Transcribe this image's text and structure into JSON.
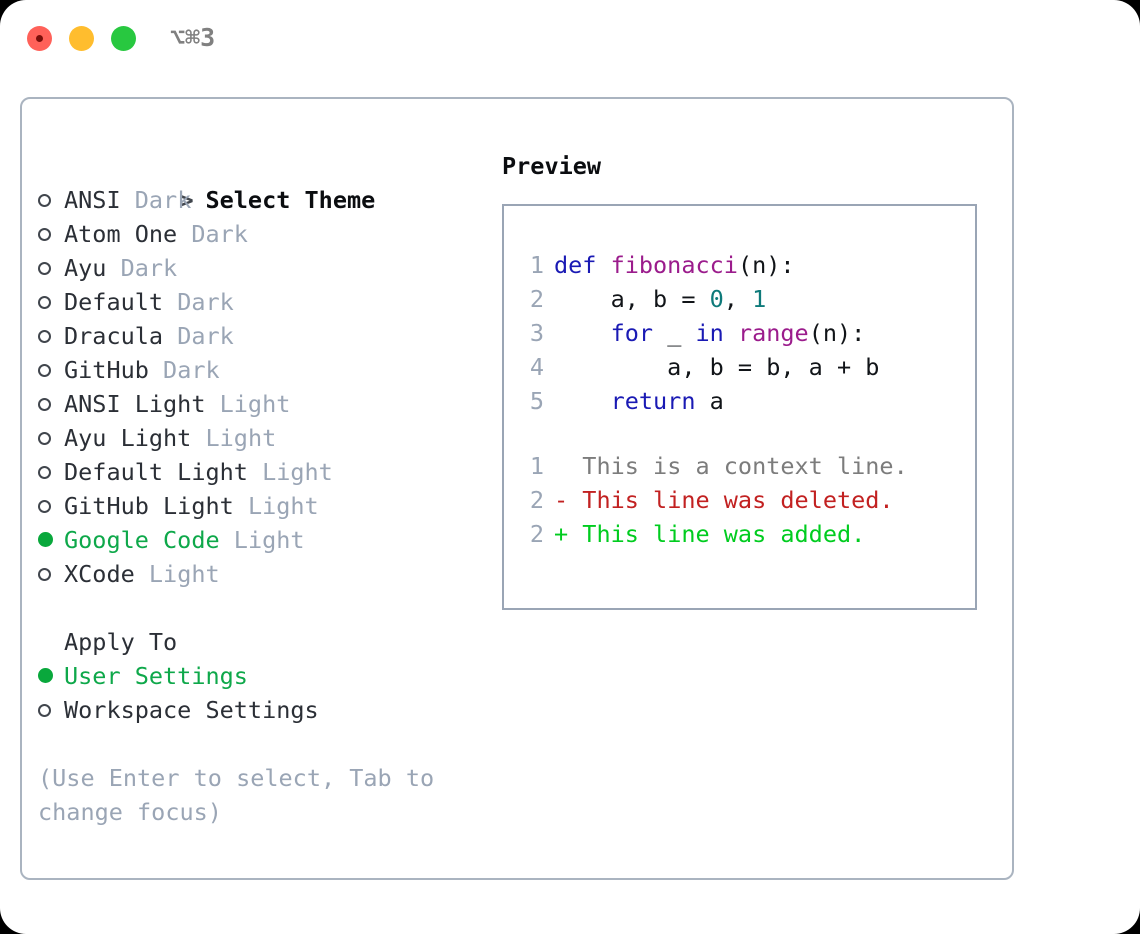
{
  "window": {
    "shortcut": "⌥⌘3",
    "traffic_lights": [
      {
        "name": "close",
        "color": "#ff6159"
      },
      {
        "name": "minimize",
        "color": "#ffbd2e"
      },
      {
        "name": "maximize",
        "color": "#28c840"
      }
    ]
  },
  "colors": {
    "selected_green": "#0ea84a",
    "muted_tag": "#9aa5b5",
    "panel_border": "#aab4c0",
    "keyword_blue": "#1a1ab4",
    "function_magenta": "#9b1c8c",
    "number_teal": "#0e7a7a",
    "diff_delete_red": "#c22121",
    "diff_add_green": "#00cc1f",
    "diff_context_grey": "#7c7c7c"
  },
  "theme_list": {
    "title": "Select Theme",
    "title_prefix": ">",
    "marker_selected": "●",
    "marker_unselected": "○",
    "items": [
      {
        "label": "ANSI",
        "variant": "Dark",
        "selected": false
      },
      {
        "label": "Atom One",
        "variant": "Dark",
        "selected": false
      },
      {
        "label": "Ayu",
        "variant": "Dark",
        "selected": false
      },
      {
        "label": "Default",
        "variant": "Dark",
        "selected": false
      },
      {
        "label": "Dracula",
        "variant": "Dark",
        "selected": false
      },
      {
        "label": "GitHub",
        "variant": "Dark",
        "selected": false
      },
      {
        "label": "ANSI Light",
        "variant": "Light",
        "selected": false
      },
      {
        "label": "Ayu Light",
        "variant": "Light",
        "selected": false
      },
      {
        "label": "Default Light",
        "variant": "Light",
        "selected": false
      },
      {
        "label": "GitHub Light",
        "variant": "Light",
        "selected": false
      },
      {
        "label": "Google Code",
        "variant": "Light",
        "selected": true
      },
      {
        "label": "XCode",
        "variant": "Light",
        "selected": false
      }
    ]
  },
  "apply_to": {
    "title": "Apply To",
    "options": [
      {
        "label": "User Settings",
        "selected": true
      },
      {
        "label": "Workspace Settings",
        "selected": false
      }
    ]
  },
  "hint": {
    "line1": "(Use Enter to select, Tab to",
    "line2": "change focus)"
  },
  "preview": {
    "title": "Preview",
    "code_lines": [
      {
        "number": "1",
        "tokens": [
          {
            "text": "def ",
            "type": "kw"
          },
          {
            "text": "fibonacci",
            "type": "fn"
          },
          {
            "text": "(n):",
            "type": "plain"
          }
        ]
      },
      {
        "number": "2",
        "tokens": [
          {
            "text": "    a, b = ",
            "type": "plain"
          },
          {
            "text": "0",
            "type": "num"
          },
          {
            "text": ", ",
            "type": "plain"
          },
          {
            "text": "1",
            "type": "num"
          }
        ]
      },
      {
        "number": "3",
        "tokens": [
          {
            "text": "    ",
            "type": "plain"
          },
          {
            "text": "for ",
            "type": "kw"
          },
          {
            "text": "_ ",
            "type": "plain"
          },
          {
            "text": "in ",
            "type": "kw"
          },
          {
            "text": "range",
            "type": "fn"
          },
          {
            "text": "(n):",
            "type": "plain"
          }
        ]
      },
      {
        "number": "4",
        "tokens": [
          {
            "text": "        a, b = b, a + b",
            "type": "plain"
          }
        ]
      },
      {
        "number": "5",
        "tokens": [
          {
            "text": "    ",
            "type": "plain"
          },
          {
            "text": "return ",
            "type": "kw"
          },
          {
            "text": "a",
            "type": "plain"
          }
        ]
      }
    ],
    "diff_lines": [
      {
        "number": "1",
        "sign": " ",
        "text": " This is a context line.",
        "type": "ctx"
      },
      {
        "number": "2",
        "sign": "-",
        "text": " This line was deleted.",
        "type": "del"
      },
      {
        "number": "2",
        "sign": "+",
        "text": " This line was added.",
        "type": "add"
      }
    ]
  }
}
